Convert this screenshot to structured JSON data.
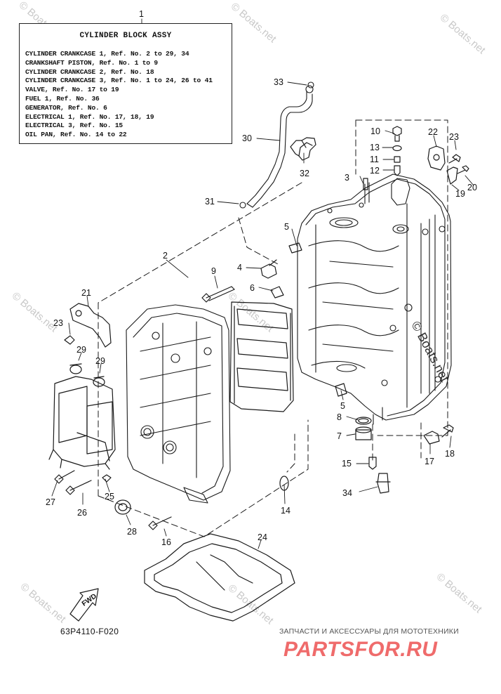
{
  "assembly_box": {
    "title": "CYLINDER BLOCK ASSY",
    "lines": [
      "CYLINDER CRANKCASE 1, Ref. No. 2 to 29, 34",
      "CRANKSHAFT PISTON, Ref. No. 1 to 9",
      "CYLINDER CRANKCASE 2, Ref. No. 18",
      "CYLINDER CRANKCASE 3, Ref. No. 1 to 24, 26 to 41",
      "VALVE, Ref. No. 17 to 19",
      "FUEL 1, Ref. No. 36",
      "GENERATOR, Ref. No. 6",
      "ELECTRICAL 1, Ref. No. 17, 18, 19",
      "ELECTRICAL 3, Ref. No. 15",
      "OIL PAN, Ref. No. 14 to 22"
    ]
  },
  "callouts": [
    "1",
    "2",
    "3",
    "4",
    "5",
    "5",
    "6",
    "7",
    "8",
    "9",
    "10",
    "11",
    "12",
    "13",
    "14",
    "15",
    "16",
    "17",
    "18",
    "19",
    "20",
    "21",
    "22",
    "23",
    "23",
    "24",
    "25",
    "26",
    "27",
    "28",
    "29",
    "29",
    "30",
    "31",
    "32",
    "33",
    "34"
  ],
  "fwd_label": "FWD",
  "diagram_code": "63P4110-F020",
  "watermark": "© Boats.net",
  "watermark_large": "© Boats.net",
  "brand_subtitle": "ЗАПЧАСТИ И АКСЕССУАРЫ ДЛЯ МОТОТЕХНИКИ",
  "brand_name": "PARTSFOR.RU"
}
